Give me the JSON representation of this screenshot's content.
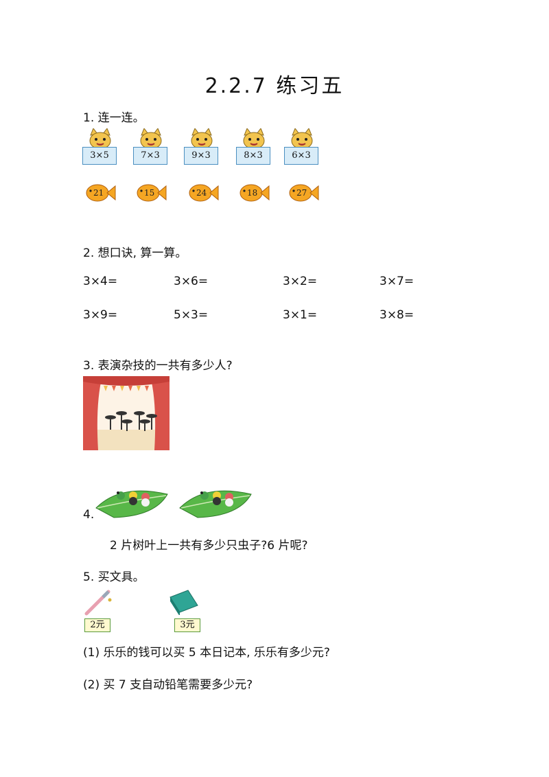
{
  "title": "2.2.7 练习五",
  "q1": {
    "label": "1. 连一连。",
    "cats": [
      "3×5",
      "7×3",
      "9×3",
      "8×3",
      "6×3"
    ],
    "fishes": [
      "21",
      "15",
      "24",
      "18",
      "27"
    ]
  },
  "q2": {
    "label": "2. 想口诀, 算一算。",
    "row1": [
      "3×4=",
      "3×6=",
      "3×2=",
      "3×7="
    ],
    "row2": [
      "3×9=",
      "5×3=",
      "3×1=",
      "3×8="
    ]
  },
  "q3": {
    "label": "3. 表演杂技的一共有多少人?"
  },
  "q4": {
    "num": "4.",
    "text": "2 片树叶上一共有多少只虫子?6 片呢?"
  },
  "q5": {
    "label": "5. 买文具。",
    "pencil_price": "2元",
    "notebook_price": "3元",
    "sub1": "(1) 乐乐的钱可以买 5 本日记本, 乐乐有多少元?",
    "sub2": "(2) 买 7 支自动铅笔需要多少元?"
  }
}
